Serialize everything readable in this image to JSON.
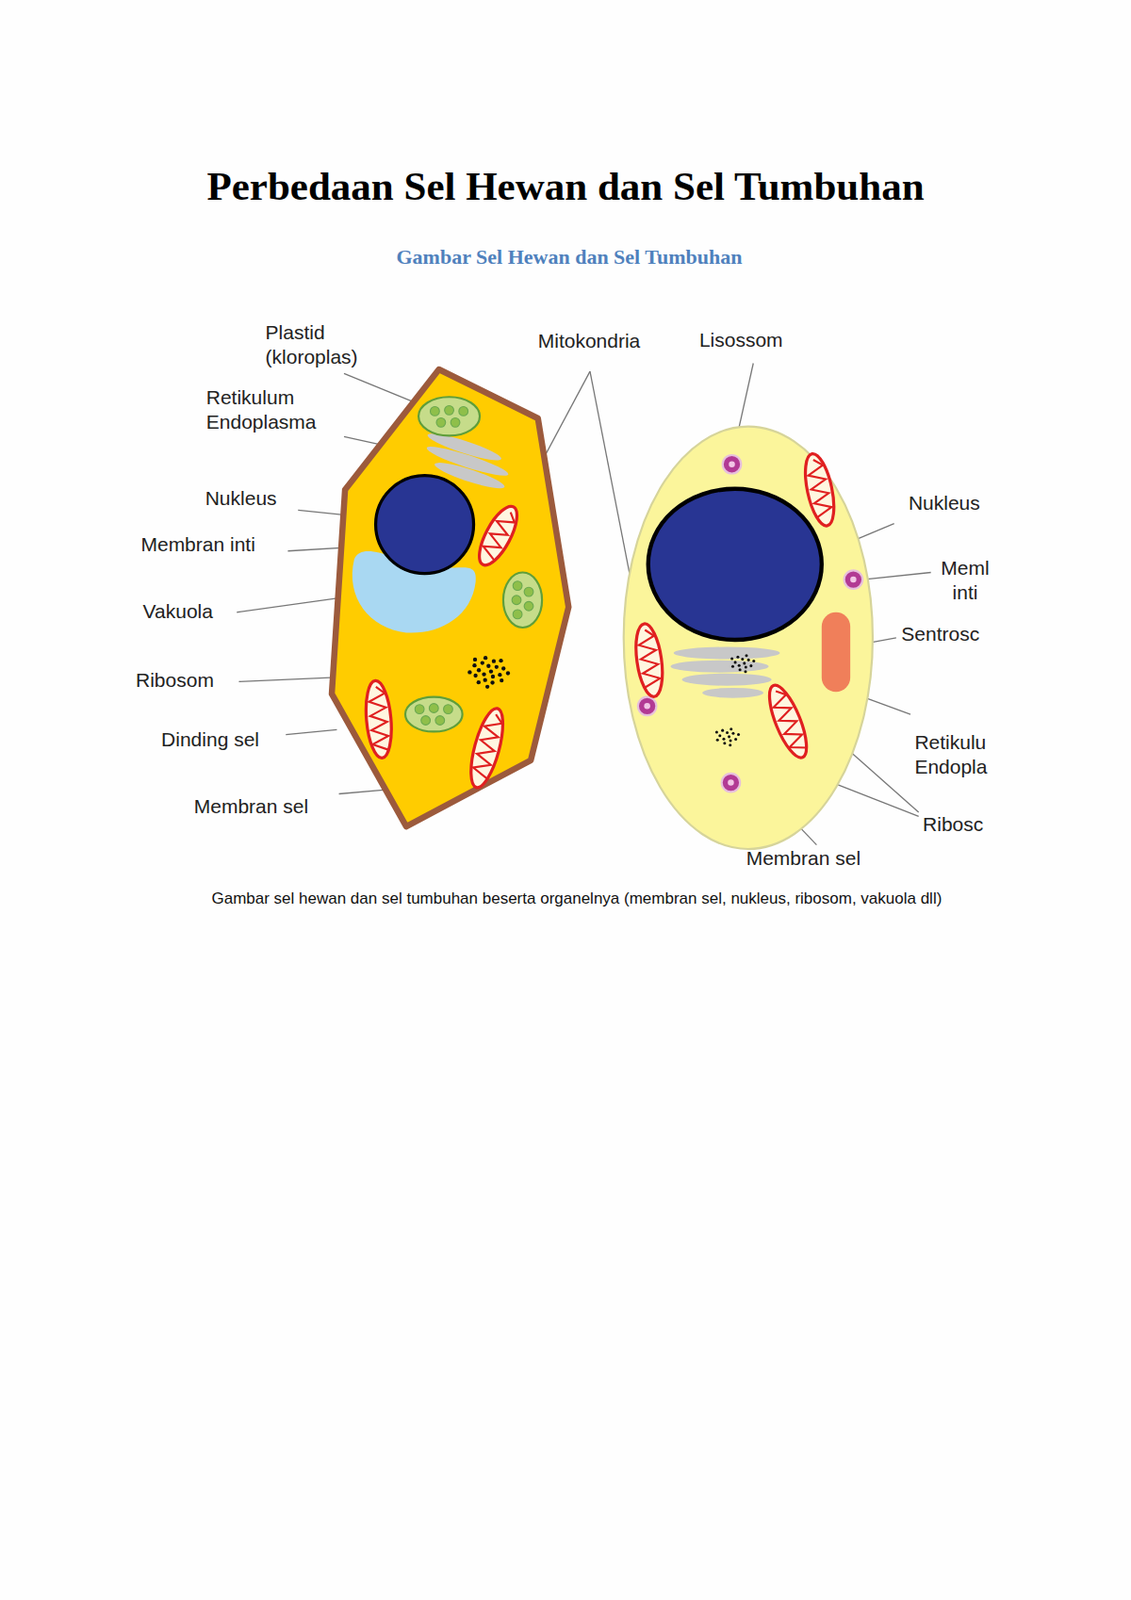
{
  "diagram": {
    "title": "Perbedaan Sel Hewan dan Sel Tumbuhan",
    "caption": "Gambar sel hewan dan sel tumbuhan beserta organelnya (membran sel, nukleus, ribosom, vakuola dll)",
    "labels": [
      "Gambar Sel Hewan dan Sel Tumbuhan",
      "Plastid (kloroplas)",
      "Retikulum Endoplasma",
      "Nukleus",
      "Membran inti",
      "Vakuola",
      "Ribosom",
      "Dinding sel",
      "Membran sel",
      "Mitokondria",
      "Lisossom",
      "Nukleus",
      "Meml inti",
      "Sentrosc",
      "Retikulu Endopla",
      "Ribosc",
      "Membran sel"
    ]
  }
}
